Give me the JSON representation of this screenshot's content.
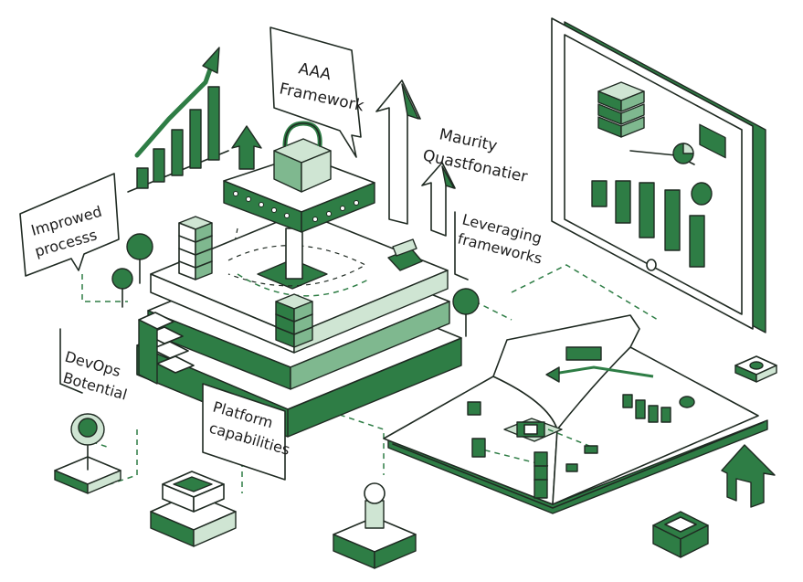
{
  "labels": {
    "aaa_l1": "AAA",
    "aaa_l2": "Framework",
    "mq_l1": "Maurity",
    "mq_l2": "Quastfonatier",
    "imp_l1": "Improwed",
    "imp_l2": "processs",
    "lev_l1": "Leveraging",
    "lev_l2": "frameworks",
    "dev_l1": "DevOps",
    "dev_l2": "Botential",
    "plat_l1": "Platform",
    "plat_l2": "capabilities"
  },
  "colors": {
    "accent": "#2e7d45",
    "accent_light": "#cfe5d3",
    "accent_mid": "#7fb88f",
    "line": "#1f2a22",
    "paper": "#ffffff"
  }
}
